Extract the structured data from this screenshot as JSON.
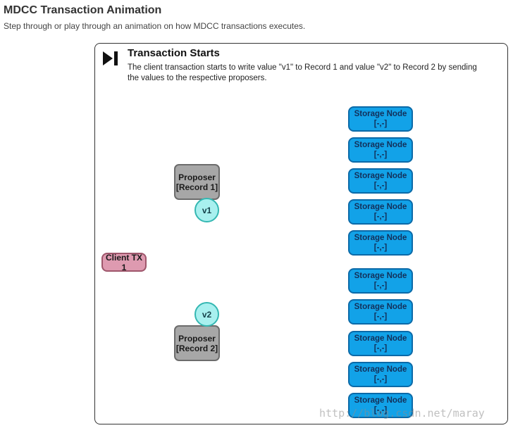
{
  "page": {
    "title": "MDCC Transaction Animation",
    "subtitle": "Step through or play through an animation on how MDCC transactions executes."
  },
  "step": {
    "title": "Transaction Starts",
    "description": "The client transaction starts to write value \"v1\" to Record 1 and value \"v2\" to Record 2 by sending the values to the respective proposers.",
    "button_icon": "step-forward-icon"
  },
  "client": {
    "label": "Client TX 1"
  },
  "proposers": [
    {
      "line1": "Proposer",
      "line2": "[Record 1]"
    },
    {
      "line1": "Proposer",
      "line2": "[Record 2]"
    }
  ],
  "values": [
    "v1",
    "v2"
  ],
  "storage_nodes": [
    {
      "line1": "Storage Node",
      "line2": "[-,-]"
    },
    {
      "line1": "Storage Node",
      "line2": "[-,-]"
    },
    {
      "line1": "Storage Node",
      "line2": "[-,-]"
    },
    {
      "line1": "Storage Node",
      "line2": "[-,-]"
    },
    {
      "line1": "Storage Node",
      "line2": "[-,-]"
    },
    {
      "line1": "Storage Node",
      "line2": "[-,-]"
    },
    {
      "line1": "Storage Node",
      "line2": "[-,-]"
    },
    {
      "line1": "Storage Node",
      "line2": "[-,-]"
    },
    {
      "line1": "Storage Node",
      "line2": "[-,-]"
    },
    {
      "line1": "Storage Node",
      "line2": "[-,-]"
    }
  ],
  "watermark": "http://blog.csdn.net/maray",
  "colors": {
    "storage_fill": "#12a2e8",
    "proposer_fill": "#a7a7a7",
    "client_fill": "#de9ab0",
    "value_fill": "#a8f0ef"
  }
}
